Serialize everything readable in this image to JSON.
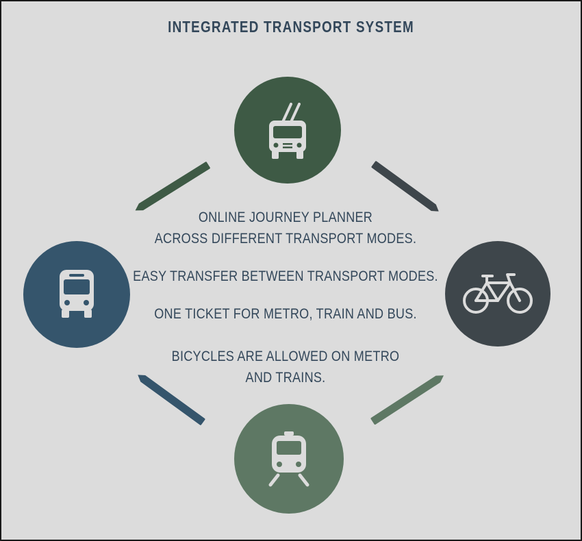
{
  "title": "INTEGRATED TRANSPORT SYSTEM",
  "nodes": [
    {
      "name": "trolleybus",
      "icon": "trolleybus-icon",
      "color": "#3e5a45"
    },
    {
      "name": "bicycle",
      "icon": "bicycle-icon",
      "color": "#3e464b"
    },
    {
      "name": "train",
      "icon": "train-icon",
      "color": "#5e7864"
    },
    {
      "name": "bus",
      "icon": "bus-icon",
      "color": "#35556c"
    }
  ],
  "connector_colors": {
    "top_left": "#3e5a45",
    "top_right": "#3e464b",
    "bottom_right": "#5e7864",
    "bottom_left": "#35556c"
  },
  "text": {
    "line1": "ONLINE JOURNEY PLANNER",
    "line2": "ACROSS DIFFERENT TRANSPORT MODES.",
    "line3": "EASY TRANSFER BETWEEN TRANSPORT MODES.",
    "line4": "ONE TICKET FOR METRO, TRAIN AND BUS.",
    "line5": "BICYCLES ARE ALLOWED ON METRO",
    "line6": "AND TRAINS."
  }
}
